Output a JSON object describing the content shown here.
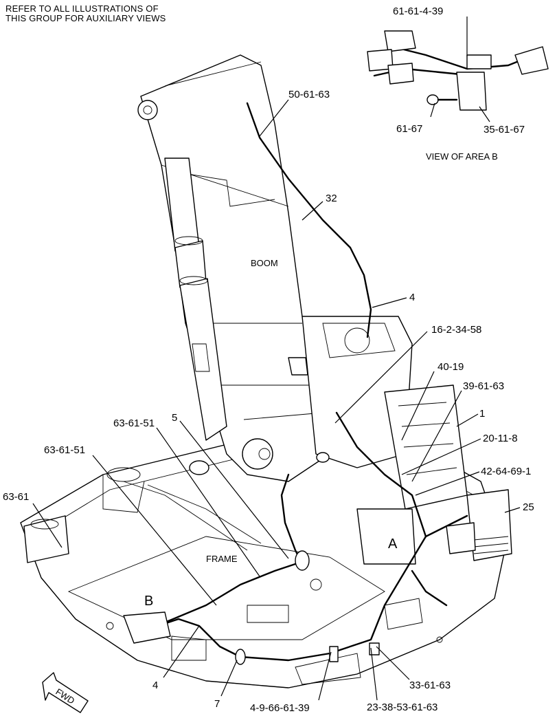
{
  "note": {
    "line1": "REFER TO ALL ILLUSTRATIONS OF",
    "line2": "THIS GROUP FOR AUXILIARY VIEWS"
  },
  "detail": {
    "caption": "VIEW OF AREA  B",
    "callouts": [
      "61-61-4-39",
      "61-67",
      "35-61-67"
    ]
  },
  "labels": {
    "boom": "BOOM",
    "frame": "FRAME",
    "area_a": "A",
    "area_b": "B",
    "fwd": "FWD"
  },
  "callouts": {
    "c50_61_63": "50-61-63",
    "c32": "32",
    "c4_upper": "4",
    "c16_2_34_58": "16-2-34-58",
    "c40_19": "40-19",
    "c39_61_63": "39-61-63",
    "c1": "1",
    "c20_11_8": "20-11-8",
    "c42_64_69_1": "42-64-69-1",
    "c25": "25",
    "c5": "5",
    "c63_61_51_a": "63-61-51",
    "c63_61_51_b": "63-61-51",
    "c63_61": "63-61",
    "c4_lower": "4",
    "c7": "7",
    "c4_9_66_61_39": "4-9-66-61-39",
    "c23_38_53_61_63": "23-38-53-61-63",
    "c33_61_63": "33-61-63"
  }
}
